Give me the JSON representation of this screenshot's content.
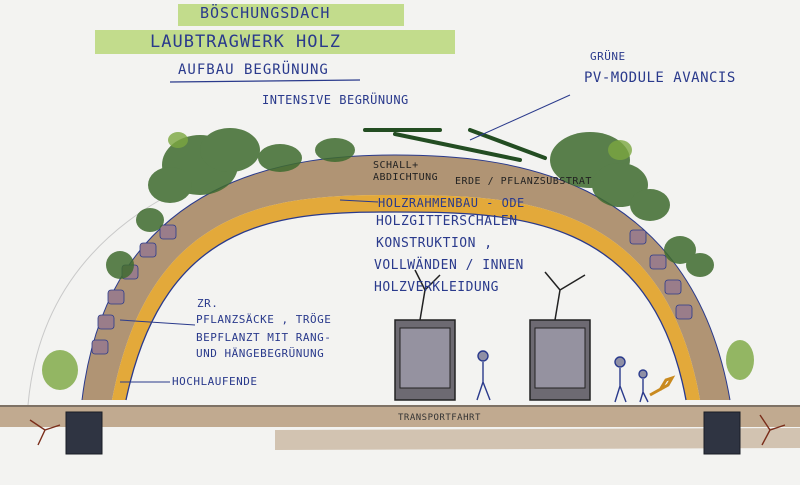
{
  "titles": {
    "line1": "BÖSCHUNGSDACH",
    "line2": "LAUBTRAGWERK HOLZ",
    "line3": "AUFBAU BEGRÜNUNG"
  },
  "labels": {
    "intensive": "INTENSIVE BEGRÜNUNG",
    "pv_line1": "GRÜNE",
    "pv_line2": "PV-MODULE AVANCIS",
    "schall_line1": "SCHALL+",
    "schall_line2": "ABDICHTUNG",
    "erde": "ERDE / PFLANZSUBSTRAT",
    "holz_line1": "HOLZRAHMENBAU - ODE",
    "holz_line2": "HOLZGITTERSCHALEN",
    "konstruktion": "KONSTRUKTION ,",
    "voll": "VOLLWÄNDEN / INNEN",
    "holzverb": "HOLZVERKLEIDUNG",
    "gr": "ZR.",
    "pflanz_line1": "PFLANZSÄCKE , TRÖGE",
    "pflanz_line2": "BEPFLANZT MIT RANG-",
    "pflanz_line3": "UND HÄNGEBEGRÜNUNG",
    "hochlauf": "HOCHLAUFENDE",
    "trans": "TRANSPORTFAHRT"
  },
  "colors": {
    "paper": "#f3f3f1",
    "highlight_green": "#b9d77a",
    "arch_brown": "#a98966",
    "arch_yellow": "#e3a93a",
    "tree_green": "#3f6b2f",
    "ink_blue": "#2a3a8c",
    "foundation": "#2f3442",
    "ground_brown": "#9a7a5c"
  }
}
